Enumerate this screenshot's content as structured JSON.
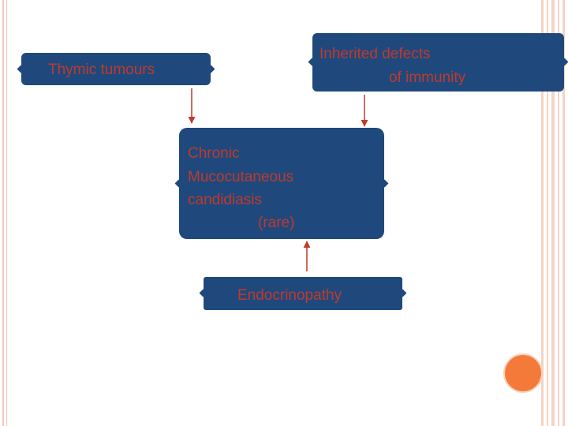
{
  "diagram": {
    "nodes": {
      "thymic": {
        "label": "Thymic tumours"
      },
      "inherited": {
        "line1": "Inherited defects",
        "line2": "of immunity"
      },
      "cmc": {
        "line1": "Chronic",
        "line2": "Mucocutaneous",
        "line3": "candidiasis",
        "line4": "(rare)"
      },
      "endo": {
        "label": "Endocrinopathy"
      }
    },
    "colors": {
      "box_fill": "#1f497d",
      "text": "#c0392b",
      "arrow": "#c0392b",
      "accent_circle": "#f47a3a",
      "border_stripes": "#f3c8b4"
    }
  }
}
